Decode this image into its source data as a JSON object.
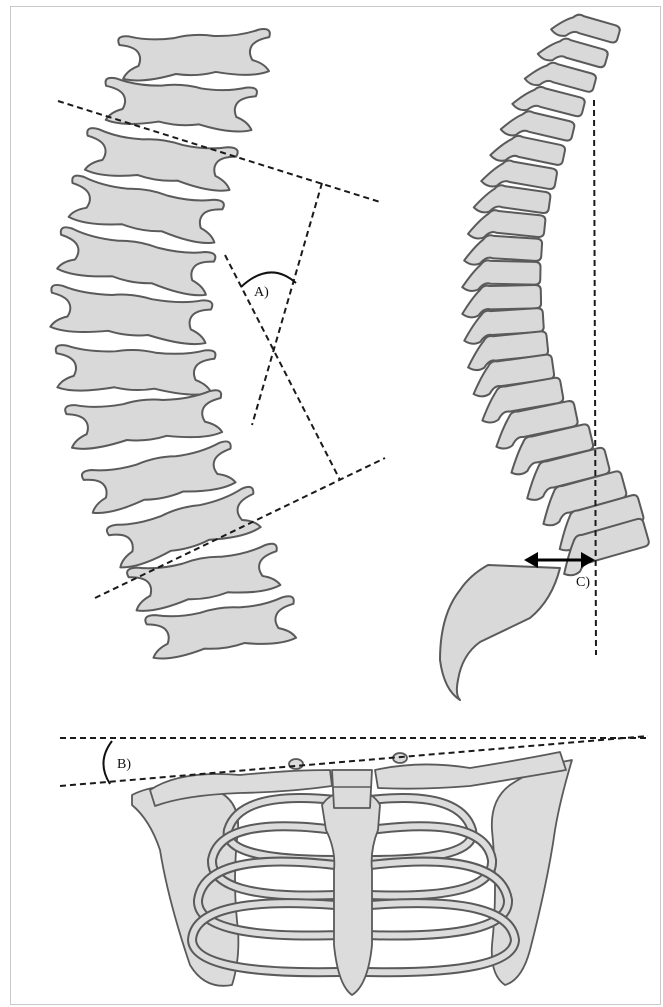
{
  "labels": {
    "angle_a": "A)",
    "angle_b": "B)",
    "distance_c": "C)"
  },
  "colors": {
    "bone_fill": "#d9d9d9",
    "bone_outline": "#5a5a5a",
    "guide_line": "#1a1a1a",
    "background": "#ffffff"
  },
  "icons": {
    "arrow": "double-headed-arrow-icon"
  }
}
